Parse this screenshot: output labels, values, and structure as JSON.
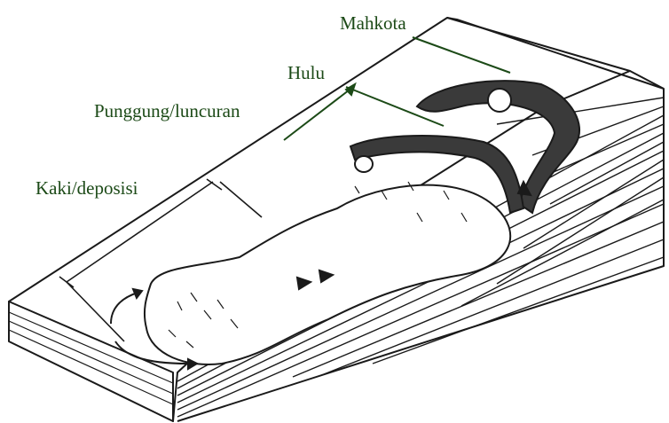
{
  "labels": {
    "mahkota": "Mahkota",
    "hulu": "Hulu",
    "punggung": "Punggung/luncuran",
    "kaki": "Kaki/deposisi"
  },
  "colors": {
    "label_text": "#1c4a17",
    "line_art": "#1a1a1a",
    "background": "#ffffff"
  }
}
